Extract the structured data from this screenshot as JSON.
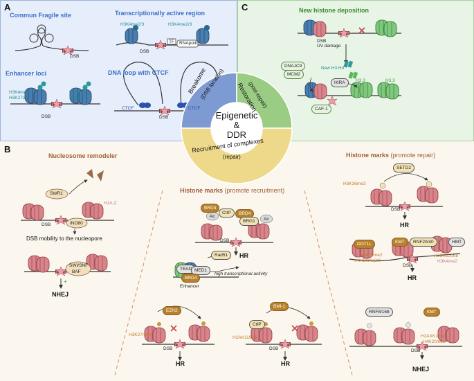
{
  "panels": {
    "a": {
      "label": "A",
      "fragile_site": "Commun Fragile site",
      "active_region": "Transcriptionally active region",
      "enhancer_loci": "Enhancer loci",
      "dna_loop": "DNA loop with CTCF",
      "dsb": "DSB",
      "h3k4me23": "H3K4me2/3",
      "h3k4me23_b": "H3K4me2/3",
      "tf": "TF",
      "rnapol": "RNApolII",
      "h3k4me1_a": "H3K4me1",
      "h3k27ac_a": "H3K27ac",
      "h3k4me1_b": "H3K4me1",
      "h3k27ac_b": "H3K27ac",
      "ctcf_a": "CTCF",
      "ctcf_b": "CTCF"
    },
    "c": {
      "label": "C",
      "title": "New histone deposition",
      "dsb": "DSB",
      "uv": "UV damage",
      "dnajc9": "DNAJC9",
      "mcm2": "MCM2",
      "new_h3h4": "New H3 H4",
      "hira": "HIRA",
      "h33_a": "H3.3",
      "h33_b": "H3.3",
      "caf1": "CAF-1"
    },
    "b": {
      "label": "B",
      "remodeler_title": "Nucleosome remodeler",
      "swr1": "SWR1",
      "h2az": "H2A.Z",
      "dsb": "DSB",
      "ino80": "INO80",
      "mobility": "DSB mobility to the nucleopore",
      "swisnf": "SWI/SNF",
      "baf": "BAF",
      "nhej": "NHEJ",
      "recruit_title": "Histone marks",
      "recruit_sub": "(promote recruitment)",
      "brd4": "BRD4",
      "ctip": "CtIP",
      "brg1": "BRG1",
      "ac": "Ac",
      "rad51": "Rad51",
      "tead": "TEAD",
      "med1": "MED1",
      "high_tx": "high transcriptional activity",
      "enhancer": "Enhancer",
      "hr": "HR",
      "ezh2": "EZH2",
      "h3k27me3": "H3K27me3",
      "bmi1": "BMI-1",
      "h2ak119ub": "H2AK119Ub",
      "repair_title": "Histone marks",
      "repair_sub": "(promote repair)",
      "setd2": "SETD2",
      "h3k36me3": "H3K36me3",
      "dot1l": "DOT1L",
      "kmt": "KMT",
      "rnf2040": "RNF20/40",
      "hmt": "HMT",
      "h3k79me2": "H3K79me2",
      "h4k20me23": "H4K20me2/3",
      "h2bk120ub": "H2BK120ub",
      "h3k4me2": "H3K4me2",
      "rnf8168": "RNF8/168",
      "kmt_b": "KMT",
      "h2axk15ub": "H2AXK15ub",
      "h4k20me1": "H4K20me1",
      "plus": "+"
    }
  },
  "center": {
    "title_line1": "Epigenetic",
    "title_line2": "&",
    "title_line3": "DDR",
    "seg_breakome": "Breakome",
    "seg_breakome_sub": "(DSB location)",
    "seg_restoration": "Restoration",
    "seg_restoration_sub": "(post-repair)",
    "seg_recruitment": "Recruitment of complexes",
    "seg_recruitment_sub": "(repair)"
  },
  "colors": {
    "panel_a_bg": "#e7eefb",
    "panel_c_bg": "#e8f4e6",
    "panel_b_bg": "#fbf7ee",
    "breakome_blue": "#7d9ad2",
    "restoration_green": "#9bcc84",
    "recruitment_yellow": "#eed98a",
    "nucleosome_pink": "#d9848a",
    "nucleosome_green": "#7fc97f",
    "nucleosome_blue": "#4a7db0"
  }
}
